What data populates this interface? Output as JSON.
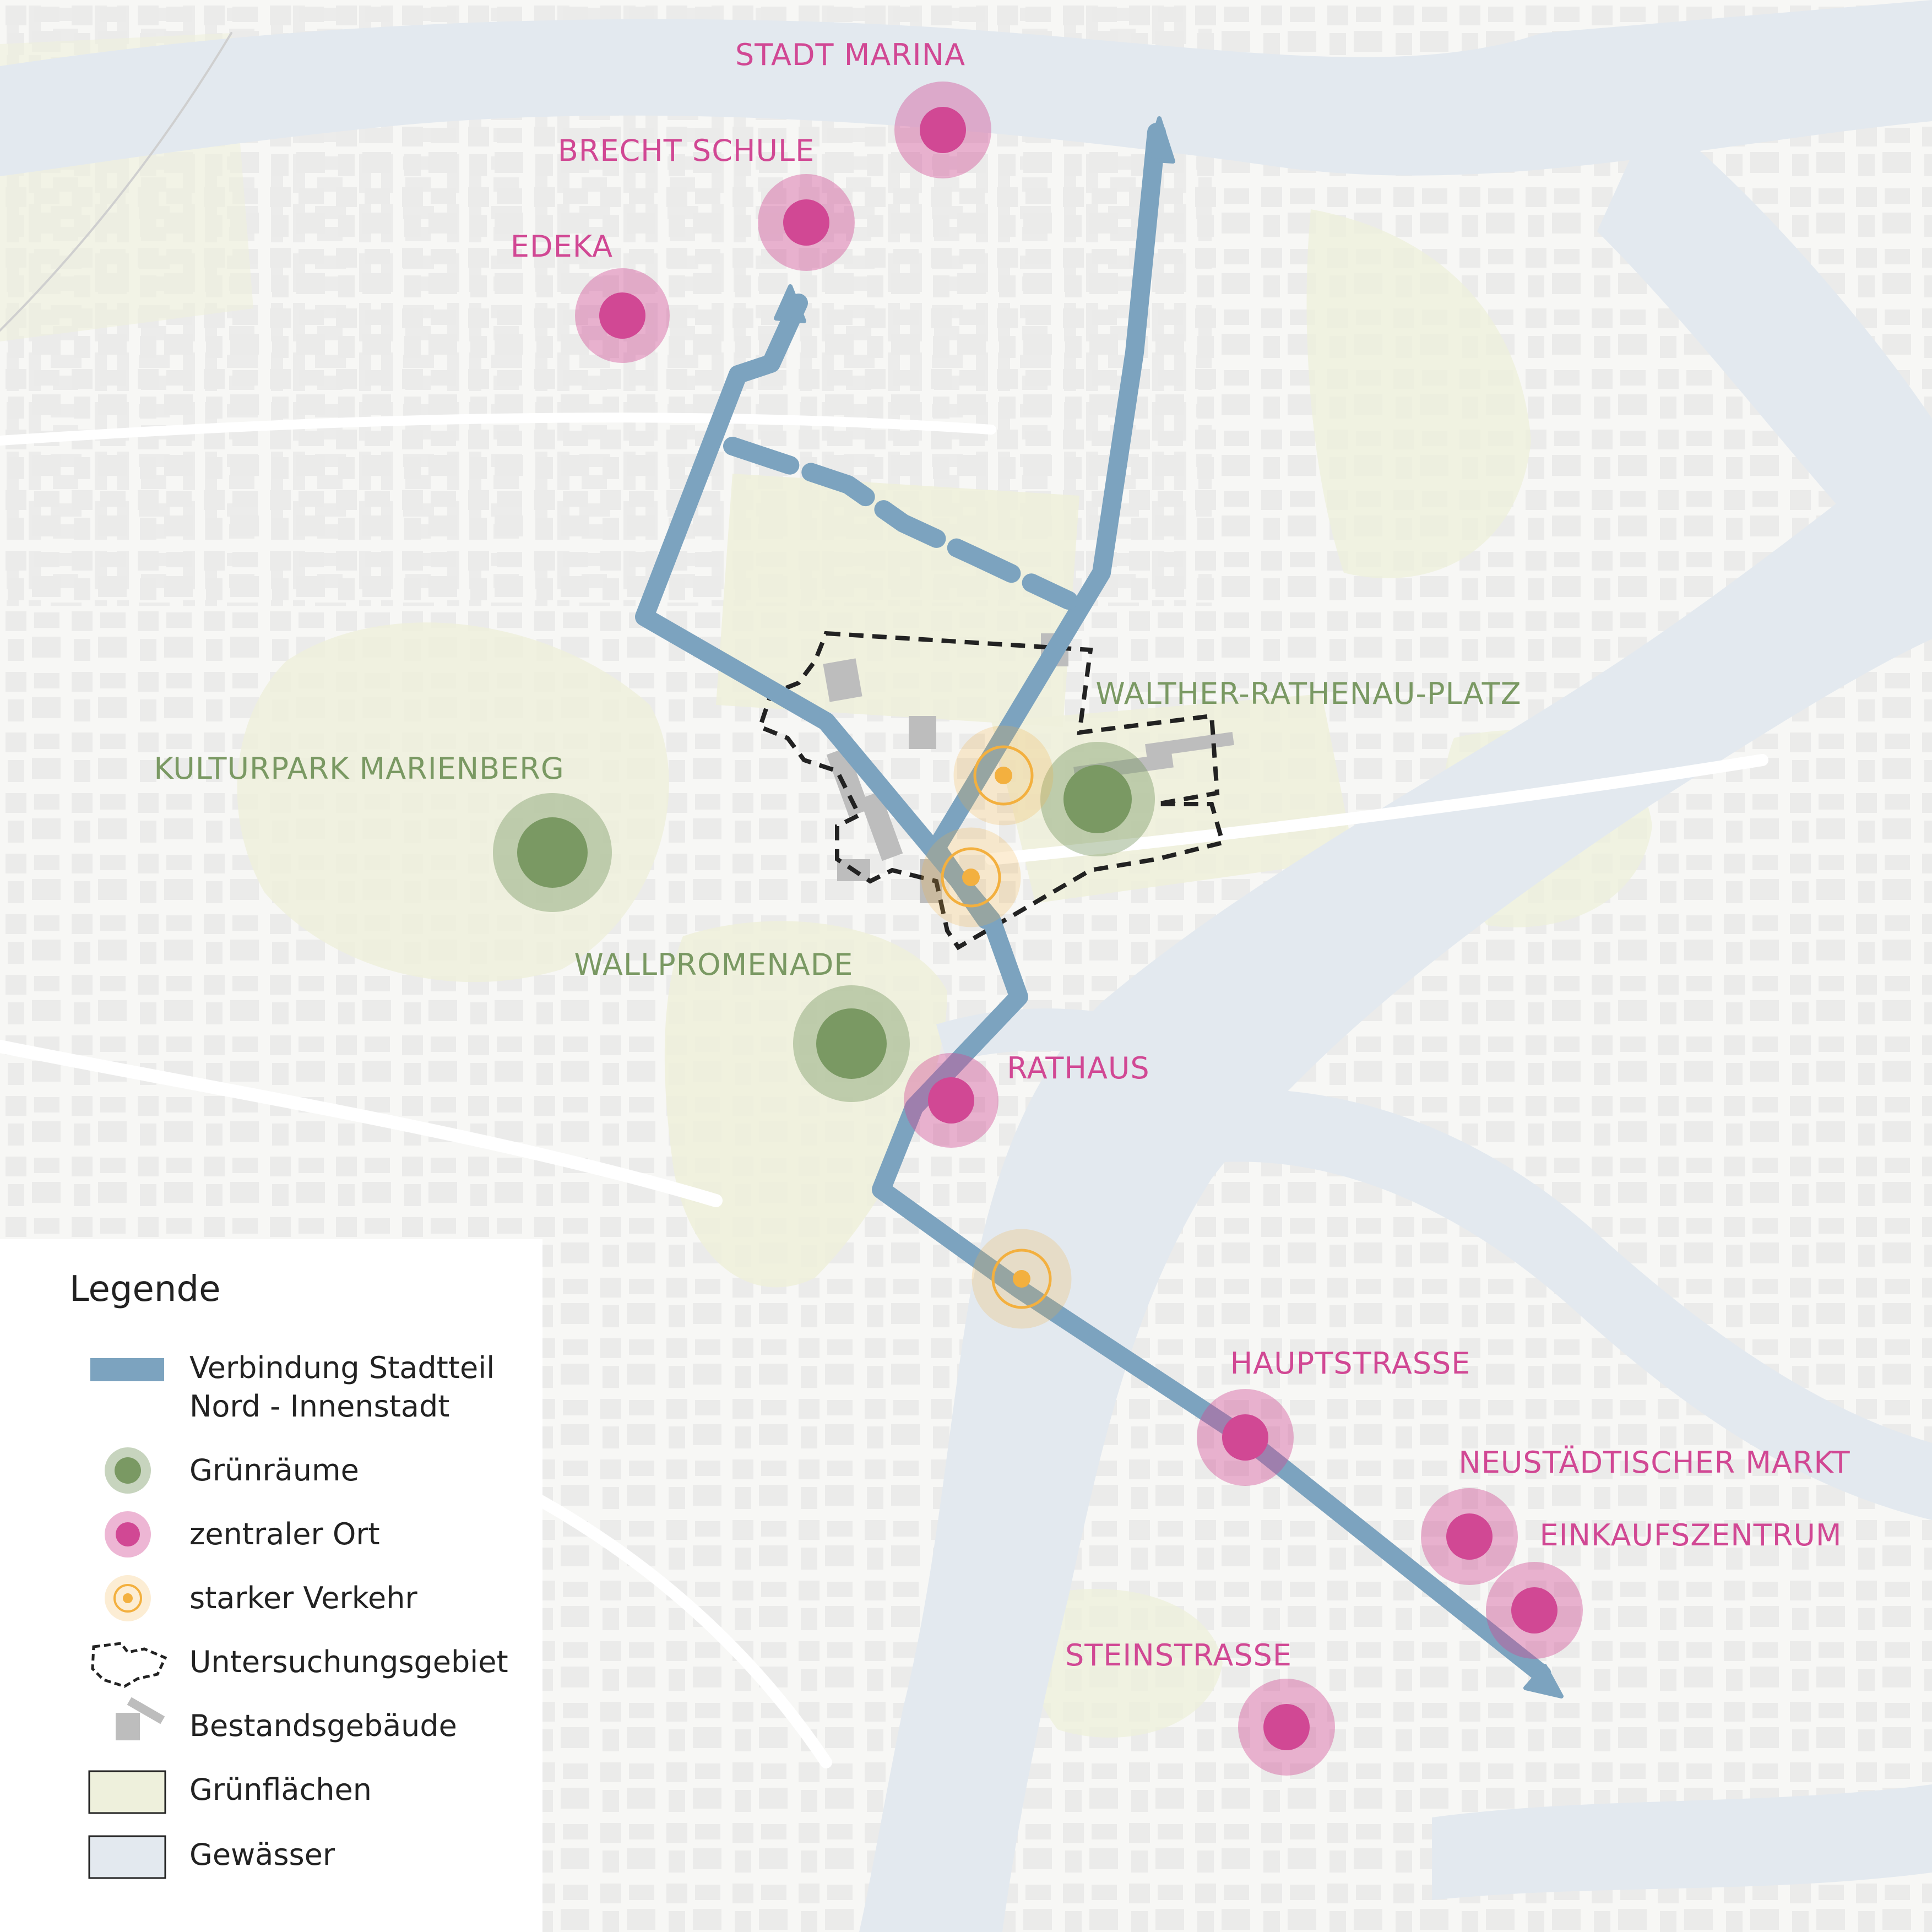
{
  "colors": {
    "background": "#f7f7f5",
    "buildings": "#ebebea",
    "water": "#e3e9ef",
    "green_area": "#eef0dc",
    "route": "#7ca3bf",
    "green_space": "#7a9963",
    "central_place": "#d14894",
    "traffic": "#f3b03f",
    "study_area": "#222222",
    "existing_building": "#bdbdbd"
  },
  "places": {
    "stadt_marina": "STADT MARINA",
    "brecht_schule": "BRECHT SCHULE",
    "edeka": "EDEKA",
    "rathaus": "RATHAUS",
    "hauptstrasse": "HAUPTSTRASSE",
    "neustaedtischer_markt": "NEUSTÄDTISCHER MARKT",
    "einkaufszentrum": "EINKAUFSZENTRUM",
    "steinstrasse": "STEINSTRASSE"
  },
  "green_spaces": {
    "walther_rathenau_platz": "WALTHER-RATHENAU-PLATZ",
    "kulturpark_marienberg": "KULTURPARK MARIENBERG",
    "wallpromenade": "WALLPROMENADE"
  },
  "legend": {
    "title": "Legende",
    "route_line1": "Verbindung Stadtteil",
    "route_line2": "Nord - Innenstadt",
    "green_spaces": "Grünräume",
    "central_place": "zentraler Ort",
    "traffic": "starker Verkehr",
    "study_area": "Untersuchungsgebiet",
    "existing_buildings": "Bestandsgebäude",
    "green_areas": "Grünflächen",
    "water": "Gewässer"
  }
}
